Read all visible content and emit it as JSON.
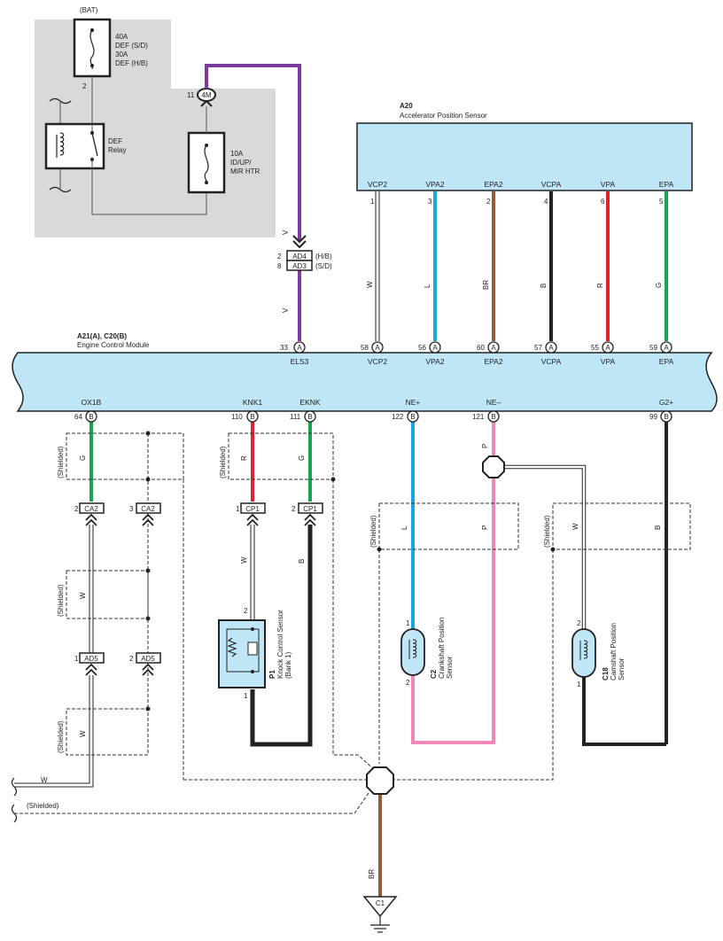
{
  "fuse_box": {
    "bat_label": "(BAT)",
    "fuse_40a_line1": "40A",
    "fuse_40a_line2": "DEF (S/D)",
    "fuse_40a_line3": "30A",
    "fuse_40a_line4": "DEF (H/B)",
    "fuse_pin": "2",
    "relay_line1": "DEF",
    "relay_line2": "Relay",
    "fuse_10a_line1": "10A",
    "fuse_10a_line2": "ID/UP/",
    "fuse_10a_line3": "MIR HTR",
    "conn_4m_pin": "11",
    "conn_4m": "4M"
  },
  "junction_ad": {
    "ad4_pin": "2",
    "ad4": "AD4",
    "ad4_note": "(H/B)",
    "ad3_pin": "8",
    "ad3": "AD3",
    "ad3_note": "(S/D)",
    "wire_color_upper": "V",
    "wire_color_lower": "V"
  },
  "accel_sensor": {
    "code": "A20",
    "name": "Accelerator Position Sensor",
    "pins": [
      {
        "label": "VCP2",
        "pin": "1",
        "wire": "W"
      },
      {
        "label": "VPA2",
        "pin": "3",
        "wire": "L"
      },
      {
        "label": "EPA2",
        "pin": "2",
        "wire": "BR"
      },
      {
        "label": "VCPA",
        "pin": "4",
        "wire": "B"
      },
      {
        "label": "VPA",
        "pin": "6",
        "wire": "R"
      },
      {
        "label": "EPA",
        "pin": "5",
        "wire": "G"
      }
    ]
  },
  "ecm": {
    "code": "A21(A), C20(B)",
    "name": "Engine Control Module",
    "top_pins": [
      {
        "num": "33",
        "conn": "A",
        "label": "ELS3"
      },
      {
        "num": "58",
        "conn": "A",
        "label": "VCP2"
      },
      {
        "num": "56",
        "conn": "A",
        "label": "VPA2"
      },
      {
        "num": "60",
        "conn": "A",
        "label": "EPA2"
      },
      {
        "num": "57",
        "conn": "A",
        "label": "VCPA"
      },
      {
        "num": "55",
        "conn": "A",
        "label": "VPA"
      },
      {
        "num": "59",
        "conn": "A",
        "label": "EPA"
      }
    ],
    "bottom_pins": [
      {
        "num": "64",
        "conn": "B",
        "label": "OX1B"
      },
      {
        "num": "110",
        "conn": "B",
        "label": "KNK1"
      },
      {
        "num": "111",
        "conn": "B",
        "label": "EKNK"
      },
      {
        "num": "122",
        "conn": "B",
        "label": "NE+"
      },
      {
        "num": "121",
        "conn": "B",
        "label": "NE–"
      },
      {
        "num": "99",
        "conn": "B",
        "label": "G2+"
      }
    ]
  },
  "lower": {
    "shielded": "(Shielded)",
    "ox_wire_g": "G",
    "ox_wire_w1": "W",
    "ox_wire_w2": "W",
    "ca2": "CA2",
    "ca2_pin_a": "2",
    "ca2_pin_b": "3",
    "ad5": "AD5",
    "ad5_pin_a": "1",
    "ad5_pin_b": "2",
    "knk_wire_r": "R",
    "knk_wire_g": "G",
    "knk_wire_w": "W",
    "knk_wire_b": "B",
    "cp1": "CP1",
    "cp1_pin_a": "1",
    "cp1_pin_b": "2",
    "knock_pin_top": "2",
    "knock_pin_bot": "1",
    "knock_code": "P1",
    "knock_name1": "Knock Control Sensor",
    "knock_name2": "(Bank 1)",
    "ne_wire_l": "L",
    "ne_wire_p1": "P",
    "ne_wire_p2": "P",
    "crank_pin_top": "1",
    "crank_pin_bot": "2",
    "crank_code": "C2",
    "crank_name1": "Crankshaft Position",
    "crank_name2": "Sensor",
    "g2_wire_w": "W",
    "g2_wire_b": "B",
    "cam_pin_top": "2",
    "cam_pin_bot": "1",
    "cam_code": "C18",
    "cam_name1": "Camshaft Position",
    "cam_name2": "Sensor",
    "left_wire_w": "W",
    "left_shielded": "(Shielded)",
    "ground_wire": "BR",
    "ground_code": "C1"
  },
  "colors": {
    "panel_bg": "#d9d9d9",
    "module_fill": "#bfe6f7",
    "violet": "#7b3a9e",
    "blue": "#1aa7e0",
    "brown": "#9c5a33",
    "black": "#222222",
    "red": "#e8202a",
    "green": "#14a651",
    "pink": "#ef88b6"
  }
}
